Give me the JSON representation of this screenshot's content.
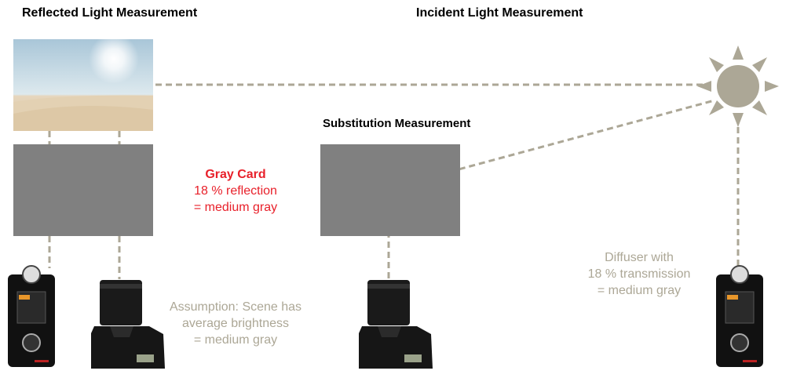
{
  "titles": {
    "reflected": "Reflected Light Measurement",
    "incident": "Incident Light Measurement",
    "substitution": "Substitution Measurement"
  },
  "gray_card": {
    "heading": "Gray Card",
    "line1": "18 % reflection",
    "line2": "= medium gray"
  },
  "assumption": {
    "line1": "Assumption: Scene has",
    "line2": "average brightness",
    "line3": "=  medium gray"
  },
  "diffuser": {
    "line1": "Diffuser with",
    "line2": "18 % transmission",
    "line3": "= medium gray"
  },
  "colors": {
    "line": "#aca796",
    "card": "#808080",
    "accent": "#e8202a"
  }
}
